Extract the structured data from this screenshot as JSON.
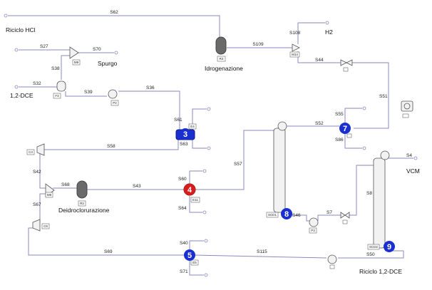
{
  "labels": {
    "riciclo_hcl": "Riciclo HCl",
    "h2": "H2",
    "idrogenazione": "Idrogenazione",
    "spurgo": "Spurgo",
    "dce": "1,2-DCE",
    "deidroclorurazione": "Deidroclorurazione",
    "vcm": "VCM",
    "riciclo_dce": "Riciclo 1,2-DCE"
  },
  "streams": {
    "s62": "S62",
    "s109": "S109",
    "s108": "S108",
    "s44": "S44",
    "s51": "S51",
    "s27": "S27",
    "s70": "S70",
    "s38": "S38",
    "s32": "S32",
    "s39": "S39",
    "s36": "S36",
    "s61": "S61",
    "s63": "S63",
    "s58": "S58",
    "s42": "S42",
    "s68": "S68",
    "s43": "S43",
    "s67": "S67",
    "s69": "S69",
    "s60": "S60",
    "s64": "S64",
    "s57": "S57",
    "s52": "S52",
    "s55": "S55",
    "s86": "S86",
    "s46": "S46",
    "s7": "S7",
    "s8": "S8",
    "s4": "S4",
    "s50": "S50",
    "s115": "S115",
    "s40": "S40",
    "s71": "S71"
  },
  "tags": {
    "r3": "R3",
    "m14": "M14",
    "m9": "M9",
    "f3": "F3",
    "p2": "P2",
    "e4": "E4",
    "c4": "C4",
    "m8": "M8",
    "r2": "R2",
    "c8": "C8",
    "e11": "E11",
    "scd1": "SCD1",
    "p3": "P3",
    "scd2": "SCD2",
    "e5": "E5"
  },
  "markers": {
    "m3": "3",
    "m4": "4",
    "m5": "5",
    "m7": "7",
    "m8": "8",
    "m9": "9"
  },
  "colors": {
    "stream_line": "#8a8ac0",
    "marker_blue": "#1a2fd0",
    "marker_red": "#d61e1e",
    "reactor_gray": "#6a6a6a"
  }
}
